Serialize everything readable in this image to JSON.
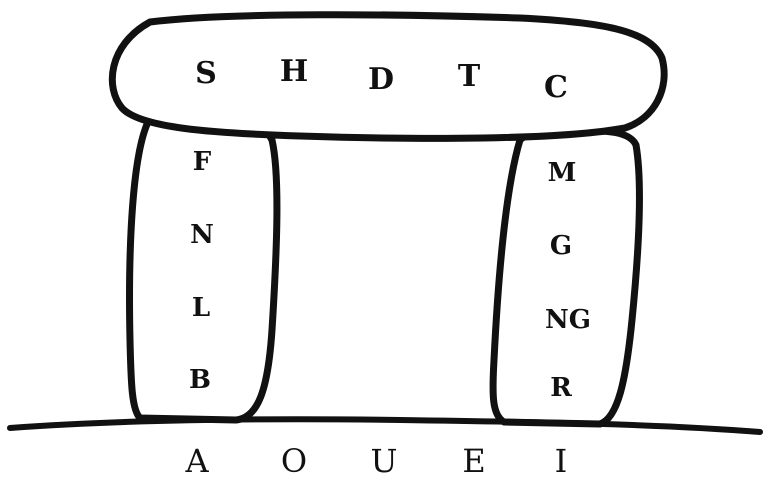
{
  "lintel_letters": [
    "S",
    "H",
    "D",
    "T",
    "C"
  ],
  "left_stone_letters": [
    "F",
    "N",
    "L",
    "B"
  ],
  "right_stone_letters": [
    "M",
    "G",
    "NG",
    "R"
  ],
  "ground_letters": [
    "A",
    "O",
    "U",
    "E",
    "I"
  ],
  "colors": {
    "ink": "#111111",
    "paper": "#ffffff"
  }
}
